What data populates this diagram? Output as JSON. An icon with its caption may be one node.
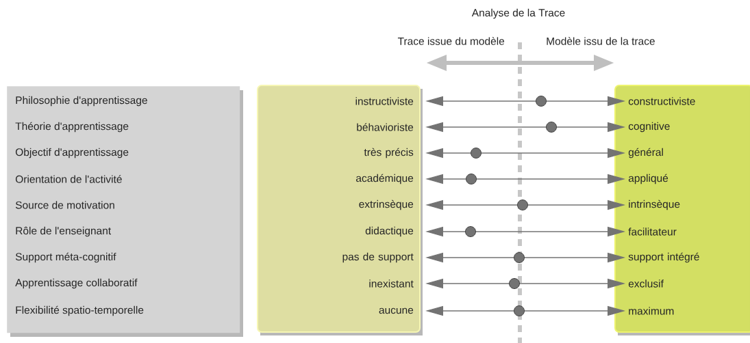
{
  "diagram": {
    "title": "Analyse de la Trace",
    "nodes": [
      {
        "text": [
          "Philosophie d'apprentissage",
          "Théorie d'apprentissage",
          "Objectif d'apprentissage",
          "Orientation de l'activité",
          "Source de motivation",
          "Rôle de l'enseignant",
          "Support méta-cognitif",
          "Apprentissage collaboratif",
          "Flexibilité spatio-temporelle"
        ]
      },
      {
        "text": [],
        "shape": "box"
      },
      {
        "text": [
          "instructiviste"
        ],
        "in": 1
      },
      {
        "text": [
          "béhavioriste"
        ],
        "in": 1
      },
      {
        "text": [
          "très précis"
        ],
        "in": 1
      },
      {
        "text": [
          "académique"
        ],
        "in": 1
      },
      {
        "text": [
          "extrinsèque"
        ],
        "in": 1
      },
      {
        "text": [
          "didactique"
        ],
        "in": 1
      },
      {
        "text": [
          "pas de support"
        ],
        "in": 1
      },
      {
        "text": [
          "inexistant"
        ],
        "in": 1
      },
      {
        "text": [
          "aucune"
        ],
        "in": 1
      },
      {
        "text": [],
        "shape": "box"
      },
      {
        "text": [
          "constructiviste"
        ],
        "in": 11
      },
      {
        "text": [
          "cognitive"
        ],
        "in": 11
      },
      {
        "text": [
          "général"
        ],
        "in": 11
      },
      {
        "text": [
          "appliqué"
        ],
        "in": 11
      },
      {
        "text": [
          "intrinsèque"
        ],
        "in": 11
      },
      {
        "text": [
          "facilitateur"
        ],
        "in": 11
      },
      {
        "text": [
          "support intégré"
        ],
        "in": 11
      },
      {
        "text": [
          "exclusif"
        ],
        "in": 11
      },
      {
        "text": [
          "maximum"
        ],
        "in": 11
      }
    ],
    "edges": [
      {
        "from": 2,
        "to": 12,
        "arrow": "both"
      },
      {
        "from": 3,
        "to": 13,
        "arrow": "both"
      },
      {
        "from": 4,
        "to": 14,
        "arrow": "both"
      },
      {
        "from": 5,
        "to": 15,
        "arrow": "both"
      },
      {
        "from": 6,
        "to": 16,
        "arrow": "both"
      },
      {
        "from": 7,
        "to": 17,
        "arrow": "both"
      },
      {
        "from": 8,
        "to": 18,
        "arrow": "both"
      },
      {
        "from": 9,
        "to": 19,
        "arrow": "both"
      },
      {
        "from": 10,
        "to": 20,
        "arrow": "both"
      }
    ],
    "labels": [
      "Trace issue du modèle",
      "Modèle issu de la trace"
    ]
  }
}
